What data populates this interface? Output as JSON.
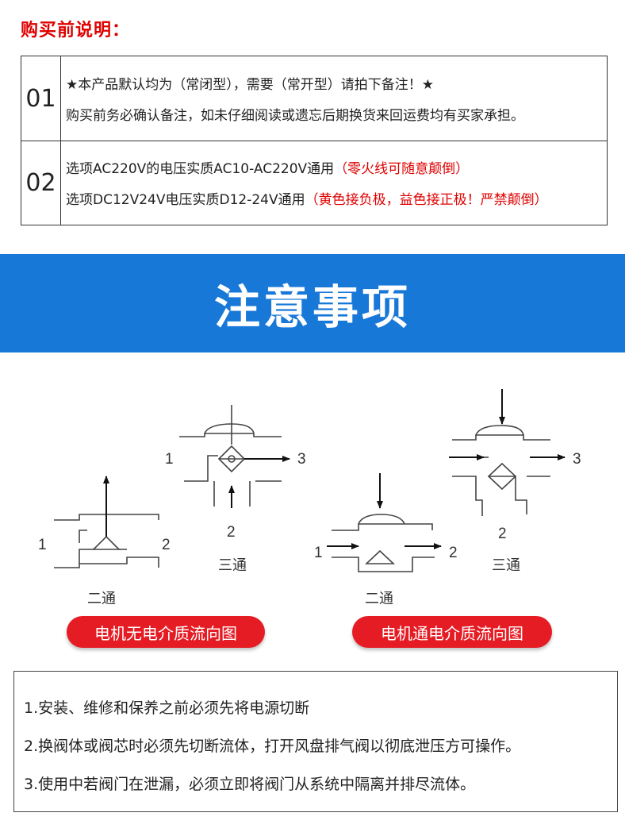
{
  "purchase": {
    "title": "购买前说明：",
    "rows": [
      {
        "num": "01",
        "line1": "★本产品默认均为（常闭型），需要（常开型）请拍下备注！★",
        "line2": "购买前务必确认备注，如未仔细阅读或遗忘后期换货来回运费均有买家承担。"
      },
      {
        "num": "02",
        "line1": "选项AC220V的电压实质AC10-AC220V通用",
        "line1_red": "（零火线可随意颠倒）",
        "line2": "选项DC12V24V电压实质D12-24V通用",
        "line2_red": "（黄色接负极，益色接正极！严禁颠倒）"
      }
    ]
  },
  "banner": {
    "text": "注意事项"
  },
  "diagrams": {
    "labels": {
      "port1": "1",
      "port2": "2",
      "port3": "3",
      "two_way": "二通",
      "three_way": "三通"
    },
    "no_power_caption": "电机无电介质流向图",
    "power_caption": "电机通电介质流向图"
  },
  "notes": {
    "items": [
      "1.安装、维修和保养之前必须先将电源切断",
      "2.换阀体或阀芯时必须先切断流体，打开风盘排气阀以彻底泄压方可操作。",
      "3.使用中若阀门在泄漏，必须立即将阀门从系统中隔离并排尽流体。"
    ]
  },
  "colors": {
    "red": "#e00000",
    "banner_blue": "#1878d8",
    "pill_red": "#e51c24"
  }
}
